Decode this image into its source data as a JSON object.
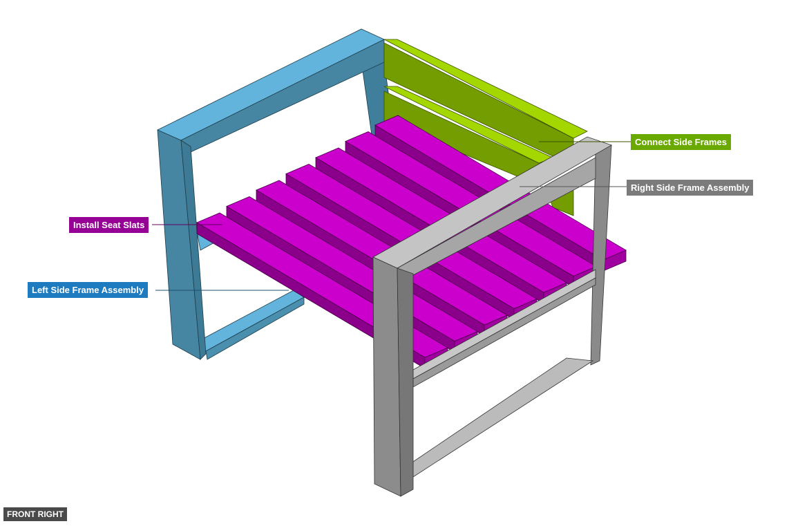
{
  "view_label": "FRONT RIGHT",
  "callouts": [
    {
      "id": "connect",
      "text": "Connect Side Frames",
      "color": "#6aa900"
    },
    {
      "id": "right",
      "text": "Right Side Frame Assembly",
      "color": "#7b7b7b"
    },
    {
      "id": "slats",
      "text": "Install Seat Slats",
      "color": "#950095"
    },
    {
      "id": "left",
      "text": "Left Side Frame Assembly",
      "color": "#1f7bbf"
    }
  ],
  "part_colors": {
    "left_frame": "#5fb3dc",
    "back_rails": "#8fc400",
    "seat_slats": "#cc00cc",
    "right_frame": "#bdbdbd"
  }
}
